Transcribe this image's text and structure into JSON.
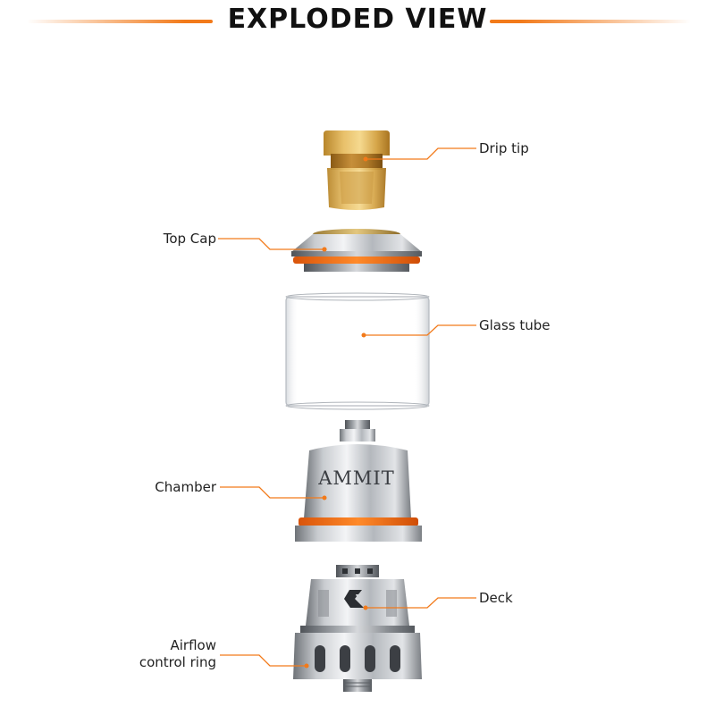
{
  "page": {
    "title": "EXPLODED VIEW",
    "accent_color": "#f27a1a"
  },
  "parts": {
    "drip_tip": "Drip tip",
    "top_cap": "Top Cap",
    "glass_tube": "Glass tube",
    "chamber": "Chamber",
    "chamber_engraving": "AMMIT",
    "deck": "Deck",
    "airflow_line1": "Airflow",
    "airflow_line2": "control ring"
  },
  "icons": {
    "deck_logo": "geekvape-logo-icon"
  }
}
